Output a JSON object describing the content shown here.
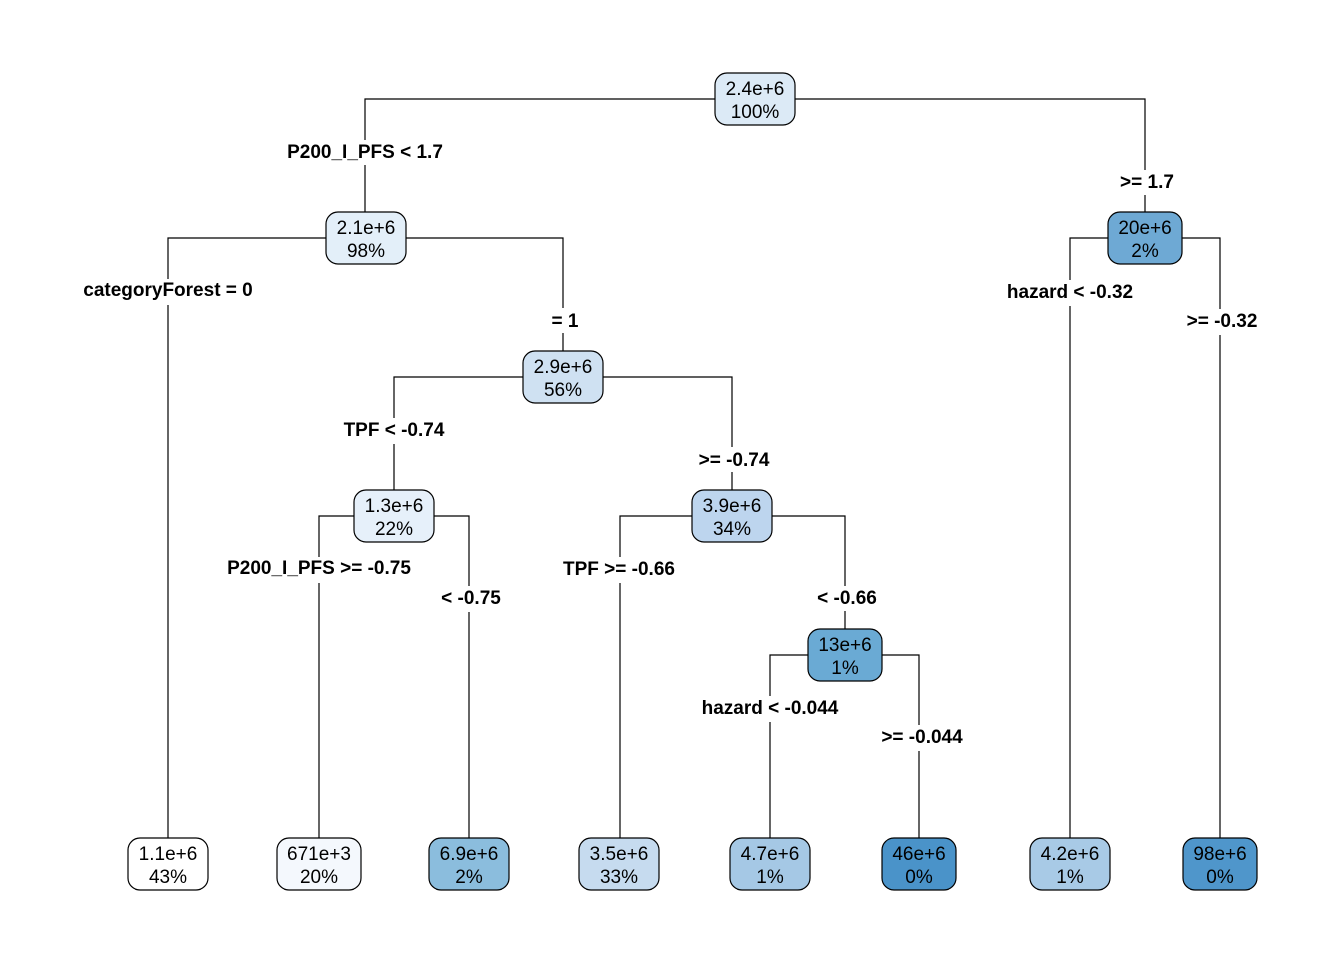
{
  "tree": {
    "nodes": [
      {
        "id": "n1",
        "value": "2.4e+6",
        "percent": "100%",
        "fill": "#dceaf6"
      },
      {
        "id": "n2",
        "value": "2.1e+6",
        "percent": "98%",
        "fill": "#e3eff9"
      },
      {
        "id": "n3",
        "value": "20e+6",
        "percent": "2%",
        "fill": "#6ea9d4"
      },
      {
        "id": "n4",
        "value": "1.1e+6",
        "percent": "43%",
        "fill": "#ffffff"
      },
      {
        "id": "n5",
        "value": "2.9e+6",
        "percent": "56%",
        "fill": "#cfe1f2"
      },
      {
        "id": "n6",
        "value": "1.3e+6",
        "percent": "22%",
        "fill": "#e6f0fa"
      },
      {
        "id": "n7",
        "value": "3.9e+6",
        "percent": "34%",
        "fill": "#bdd5ee"
      },
      {
        "id": "n8",
        "value": "671e+3",
        "percent": "20%",
        "fill": "#f4f8fd"
      },
      {
        "id": "n9",
        "value": "6.9e+6",
        "percent": "2%",
        "fill": "#8bbddd"
      },
      {
        "id": "n10",
        "value": "3.5e+6",
        "percent": "33%",
        "fill": "#c6dbef"
      },
      {
        "id": "n11",
        "value": "13e+6",
        "percent": "1%",
        "fill": "#6aaad4"
      },
      {
        "id": "n12",
        "value": "4.7e+6",
        "percent": "1%",
        "fill": "#a5c8e5"
      },
      {
        "id": "n13",
        "value": "46e+6",
        "percent": "0%",
        "fill": "#4a93c9"
      },
      {
        "id": "n14",
        "value": "4.2e+6",
        "percent": "1%",
        "fill": "#a8cae6"
      },
      {
        "id": "n15",
        "value": "98e+6",
        "percent": "0%",
        "fill": "#4f96cb"
      }
    ],
    "splits": [
      {
        "id": "s1",
        "text": "P200_I_PFS < 1.7"
      },
      {
        "id": "s2",
        "text": ">= 1.7"
      },
      {
        "id": "s3",
        "text": "categoryForest = 0"
      },
      {
        "id": "s4",
        "text": "= 1"
      },
      {
        "id": "s5",
        "text": "hazard < -0.32"
      },
      {
        "id": "s6",
        "text": ">= -0.32"
      },
      {
        "id": "s7",
        "text": "TPF < -0.74"
      },
      {
        "id": "s8",
        "text": ">= -0.74"
      },
      {
        "id": "s9",
        "text": "P200_I_PFS >= -0.75"
      },
      {
        "id": "s10",
        "text": "< -0.75"
      },
      {
        "id": "s11",
        "text": "TPF >= -0.66"
      },
      {
        "id": "s12",
        "text": "< -0.66"
      },
      {
        "id": "s13",
        "text": "hazard < -0.044"
      },
      {
        "id": "s14",
        "text": ">= -0.044"
      }
    ]
  }
}
